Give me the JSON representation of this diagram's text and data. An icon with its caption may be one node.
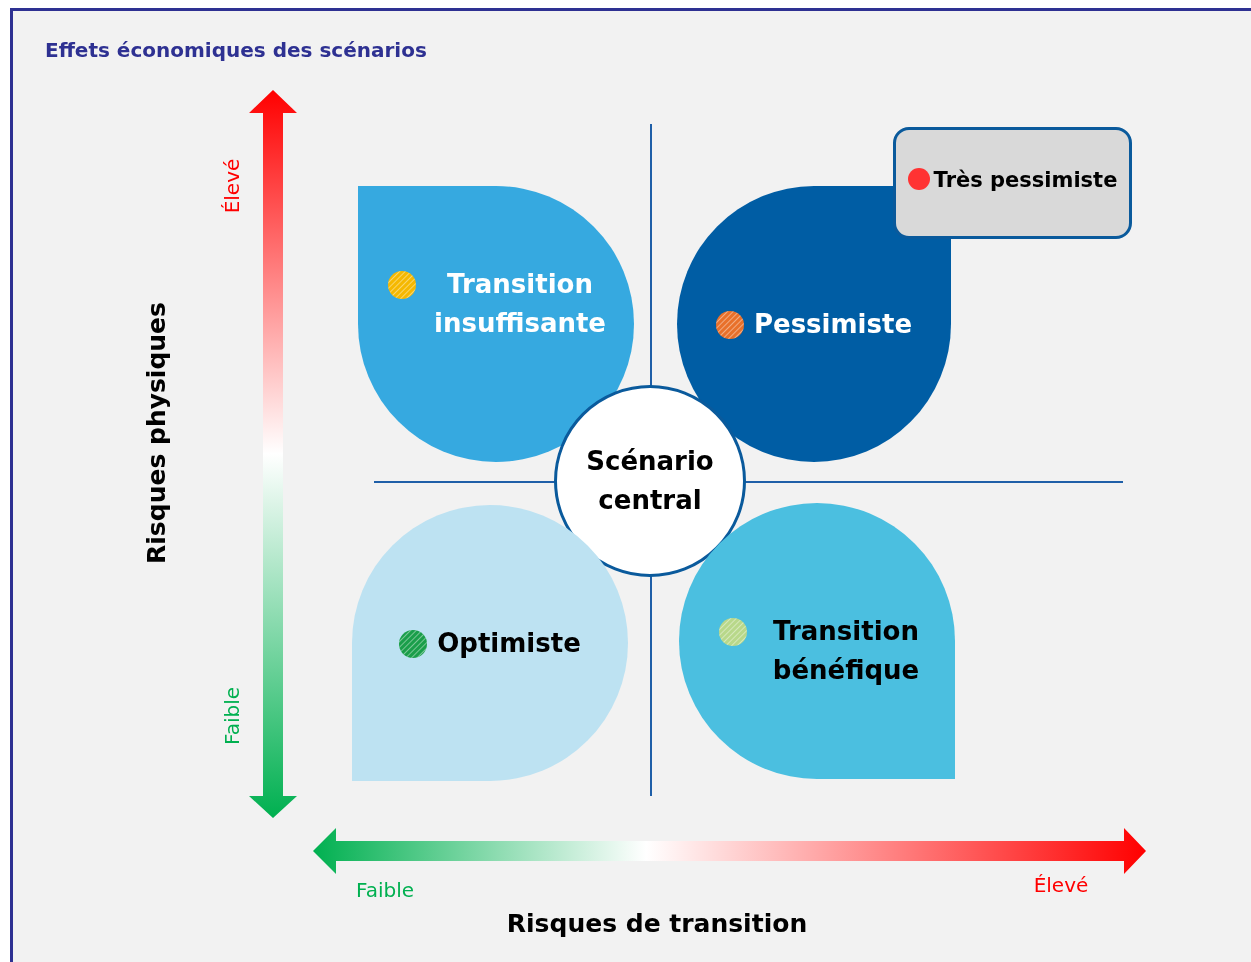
{
  "diagram": {
    "title": "Effets économiques des scénarios",
    "nodes": [
      {
        "text": [
          "Transition insuffisante"
        ]
      },
      {
        "text": [
          "Pessimiste"
        ]
      },
      {
        "text": [
          "Très pessimiste"
        ]
      },
      {
        "text": [
          "Scénario central"
        ]
      },
      {
        "text": [
          "Optimiste"
        ]
      },
      {
        "text": [
          "Transition bénéfique"
        ]
      }
    ],
    "labels": [
      "Élevé",
      "Faible",
      "Risques physiques",
      "Faible",
      "Élevé",
      "Risques de transition"
    ]
  }
}
